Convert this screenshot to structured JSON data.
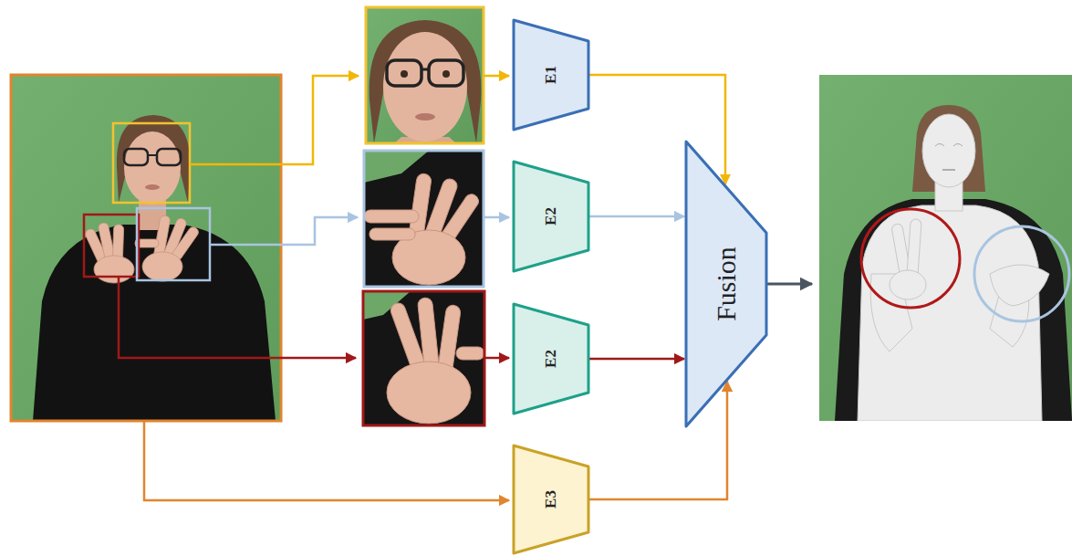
{
  "diagram": {
    "nodes": [
      {
        "text": [
          "E1"
        ]
      },
      {
        "text": [
          "E2"
        ]
      },
      {
        "text": [
          "E2"
        ]
      },
      {
        "text": [
          "E3"
        ]
      },
      {
        "text": [
          "Fusion"
        ]
      }
    ],
    "edges": [
      {
        "from": 0,
        "to": 4,
        "arrow": "to"
      },
      {
        "from": 1,
        "to": 4,
        "arrow": "to"
      },
      {
        "from": 2,
        "to": 4,
        "arrow": "to"
      },
      {
        "from": 3,
        "to": 4,
        "arrow": "to"
      }
    ]
  }
}
